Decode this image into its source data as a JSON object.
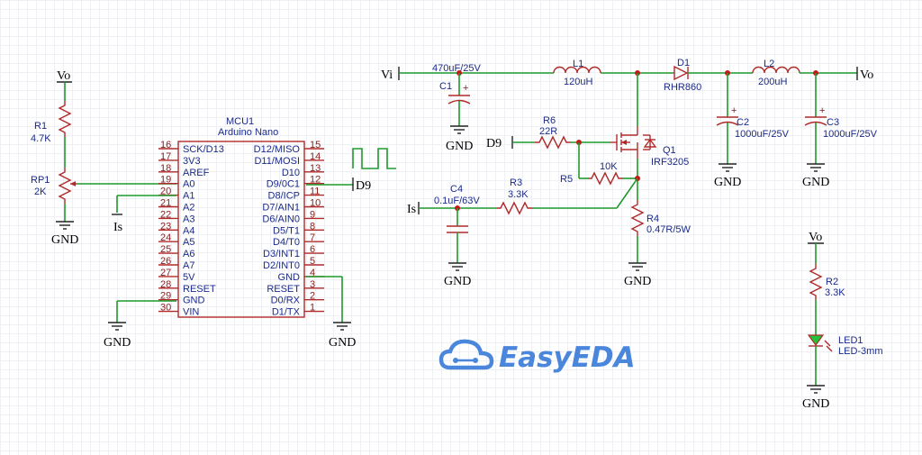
{
  "mcu": {
    "designator": "MCU1",
    "model": "Arduino Nano",
    "left_pins": [
      {
        "num": "16",
        "name": "SCK/D13"
      },
      {
        "num": "17",
        "name": "3V3"
      },
      {
        "num": "18",
        "name": "AREF"
      },
      {
        "num": "19",
        "name": "A0"
      },
      {
        "num": "20",
        "name": "A1"
      },
      {
        "num": "21",
        "name": "A2"
      },
      {
        "num": "22",
        "name": "A3"
      },
      {
        "num": "23",
        "name": "A4"
      },
      {
        "num": "24",
        "name": "A5"
      },
      {
        "num": "25",
        "name": "A6"
      },
      {
        "num": "26",
        "name": "A7"
      },
      {
        "num": "27",
        "name": "5V"
      },
      {
        "num": "28",
        "name": "RESET"
      },
      {
        "num": "29",
        "name": "GND"
      },
      {
        "num": "30",
        "name": "VIN"
      }
    ],
    "right_pins": [
      {
        "num": "15",
        "name": "D12/MISO"
      },
      {
        "num": "14",
        "name": "D11/MOSI"
      },
      {
        "num": "13",
        "name": "D10"
      },
      {
        "num": "12",
        "name": "D9/0C1"
      },
      {
        "num": "11",
        "name": "D8/ICP"
      },
      {
        "num": "10",
        "name": "D7/AIN1"
      },
      {
        "num": "9",
        "name": "D6/AIN0"
      },
      {
        "num": "8",
        "name": "D5/T1"
      },
      {
        "num": "7",
        "name": "D4/T0"
      },
      {
        "num": "6",
        "name": "D3/INT1"
      },
      {
        "num": "5",
        "name": "D2/INT0"
      },
      {
        "num": "4",
        "name": "GND"
      },
      {
        "num": "3",
        "name": "RESET"
      },
      {
        "num": "2",
        "name": "D0/RX"
      },
      {
        "num": "1",
        "name": "D1/TX"
      }
    ]
  },
  "components": {
    "r1": {
      "ref": "R1",
      "value": "4.7K"
    },
    "rp1": {
      "ref": "RP1",
      "value": "2K"
    },
    "c1": {
      "ref": "C1",
      "value": "470uF/25V"
    },
    "l1": {
      "ref": "L1",
      "value": "120uH"
    },
    "d1": {
      "ref": "D1",
      "value": "RHR860"
    },
    "l2": {
      "ref": "L2",
      "value": "200uH"
    },
    "c2": {
      "ref": "C2",
      "value": "1000uF/25V"
    },
    "c3": {
      "ref": "C3",
      "value": "1000uF/25V"
    },
    "r6": {
      "ref": "R6",
      "value": "22R"
    },
    "q1": {
      "ref": "Q1",
      "value": "IRF3205"
    },
    "r5": {
      "ref": "R5",
      "value": "10K"
    },
    "c4": {
      "ref": "C4",
      "value": "0.1uF/63V"
    },
    "r3": {
      "ref": "R3",
      "value": "3.3K"
    },
    "r4": {
      "ref": "R4",
      "value": "0.47R/5W"
    },
    "r2": {
      "ref": "R2",
      "value": "3.3K"
    },
    "led1": {
      "ref": "LED1",
      "value": "LED-3mm"
    }
  },
  "nets": {
    "vo": "Vo",
    "vi": "Vi",
    "gnd": "GND",
    "is": "Is",
    "d9": "D9"
  },
  "logo": {
    "text": "EasyEDA"
  },
  "colors": {
    "wire": "#1f9a2c",
    "part": "#b02a2a",
    "label": "#1a2a8c",
    "logo": "#4a86dc"
  }
}
